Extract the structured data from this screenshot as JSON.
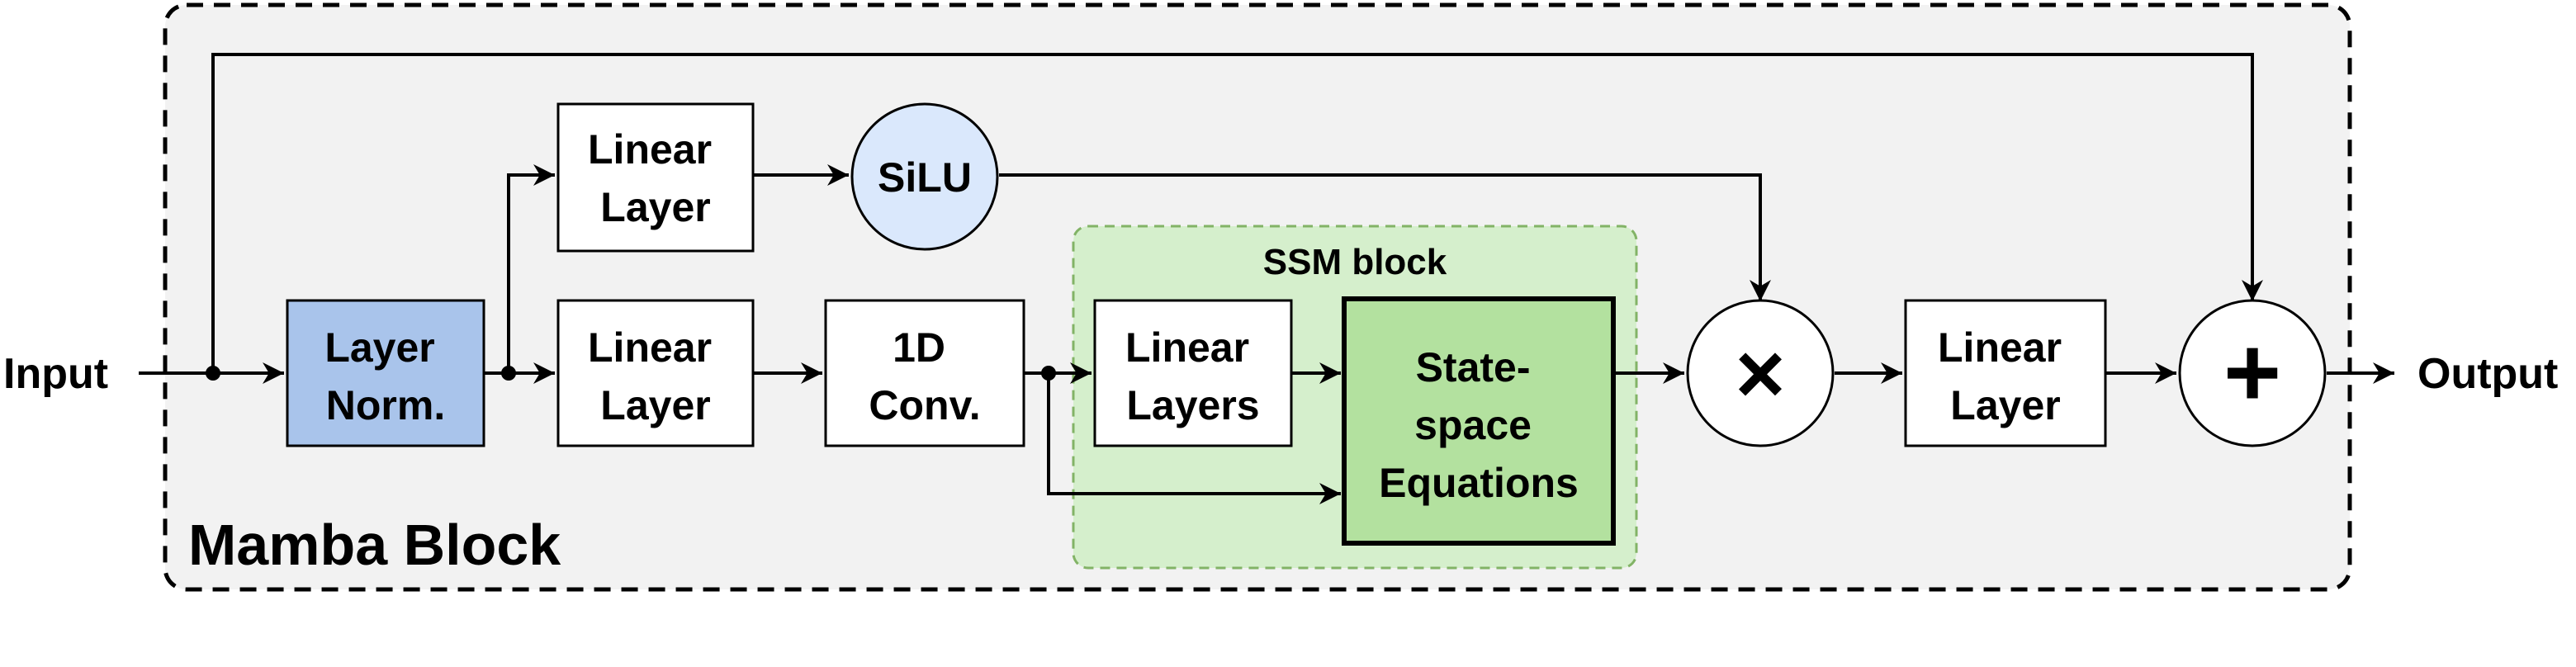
{
  "title": "Mamba Block",
  "io": {
    "input": "Input",
    "output": "Output"
  },
  "ssm_label": "SSM block",
  "nodes": {
    "layer_norm": [
      "Layer",
      "Norm."
    ],
    "linear_top": [
      "Linear",
      "Layer"
    ],
    "linear_mid": [
      "Linear",
      "Layer"
    ],
    "conv": [
      "1D",
      "Conv."
    ],
    "linear_layers": [
      "Linear",
      "Layers"
    ],
    "state_space": [
      "State-",
      "space",
      "Equations"
    ],
    "silu": "SiLU",
    "multiply": "×",
    "linear_out": [
      "Linear",
      "Layer"
    ],
    "add": "+"
  },
  "colors": {
    "block_bg": "#f2f2f2",
    "layer_norm_fill": "#a9c4eb",
    "silu_fill": "#dae8fc",
    "ssm_bg": "#d5efcc",
    "ssm_border": "#82b366",
    "state_space_fill": "#b3e19f"
  }
}
